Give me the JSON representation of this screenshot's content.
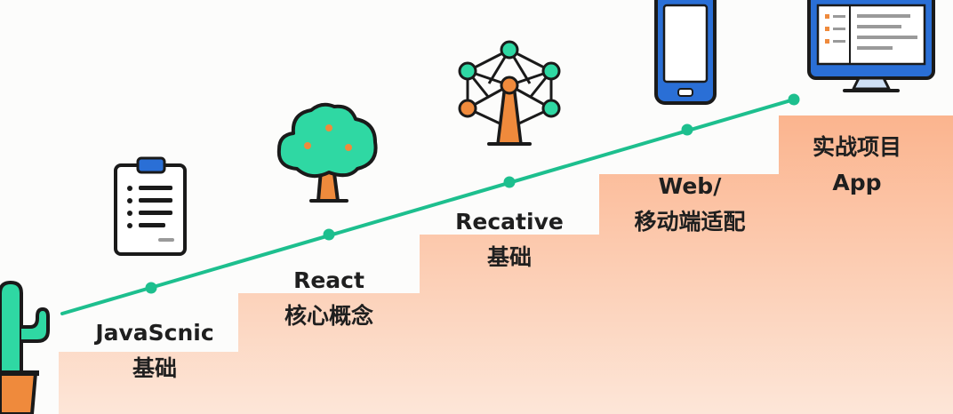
{
  "colors": {
    "line": "#1dbf8e",
    "step_top": "#fbb48e",
    "step_bottom": "#fde6d8",
    "outline": "#1a1a1a",
    "green": "#2fd8a3",
    "orange": "#ef8a3c",
    "blue": "#2a6fd6"
  },
  "steps": [
    {
      "line1": "JavaScnic",
      "line2": "基础",
      "icon": "cactus-icon"
    },
    {
      "line1": "React",
      "line2": "核心概念",
      "icon": "clipboard-icon"
    },
    {
      "line1": "Recative",
      "line2": "基础",
      "icon": "tree-icon"
    },
    {
      "line1": "Web/",
      "line2": "移动端适配",
      "icon": "molecule-tree-icon"
    },
    {
      "line1": "实战项目",
      "line2": "App",
      "icon": "smartphone-icon"
    }
  ],
  "extra_icon": "desktop-monitor-icon"
}
